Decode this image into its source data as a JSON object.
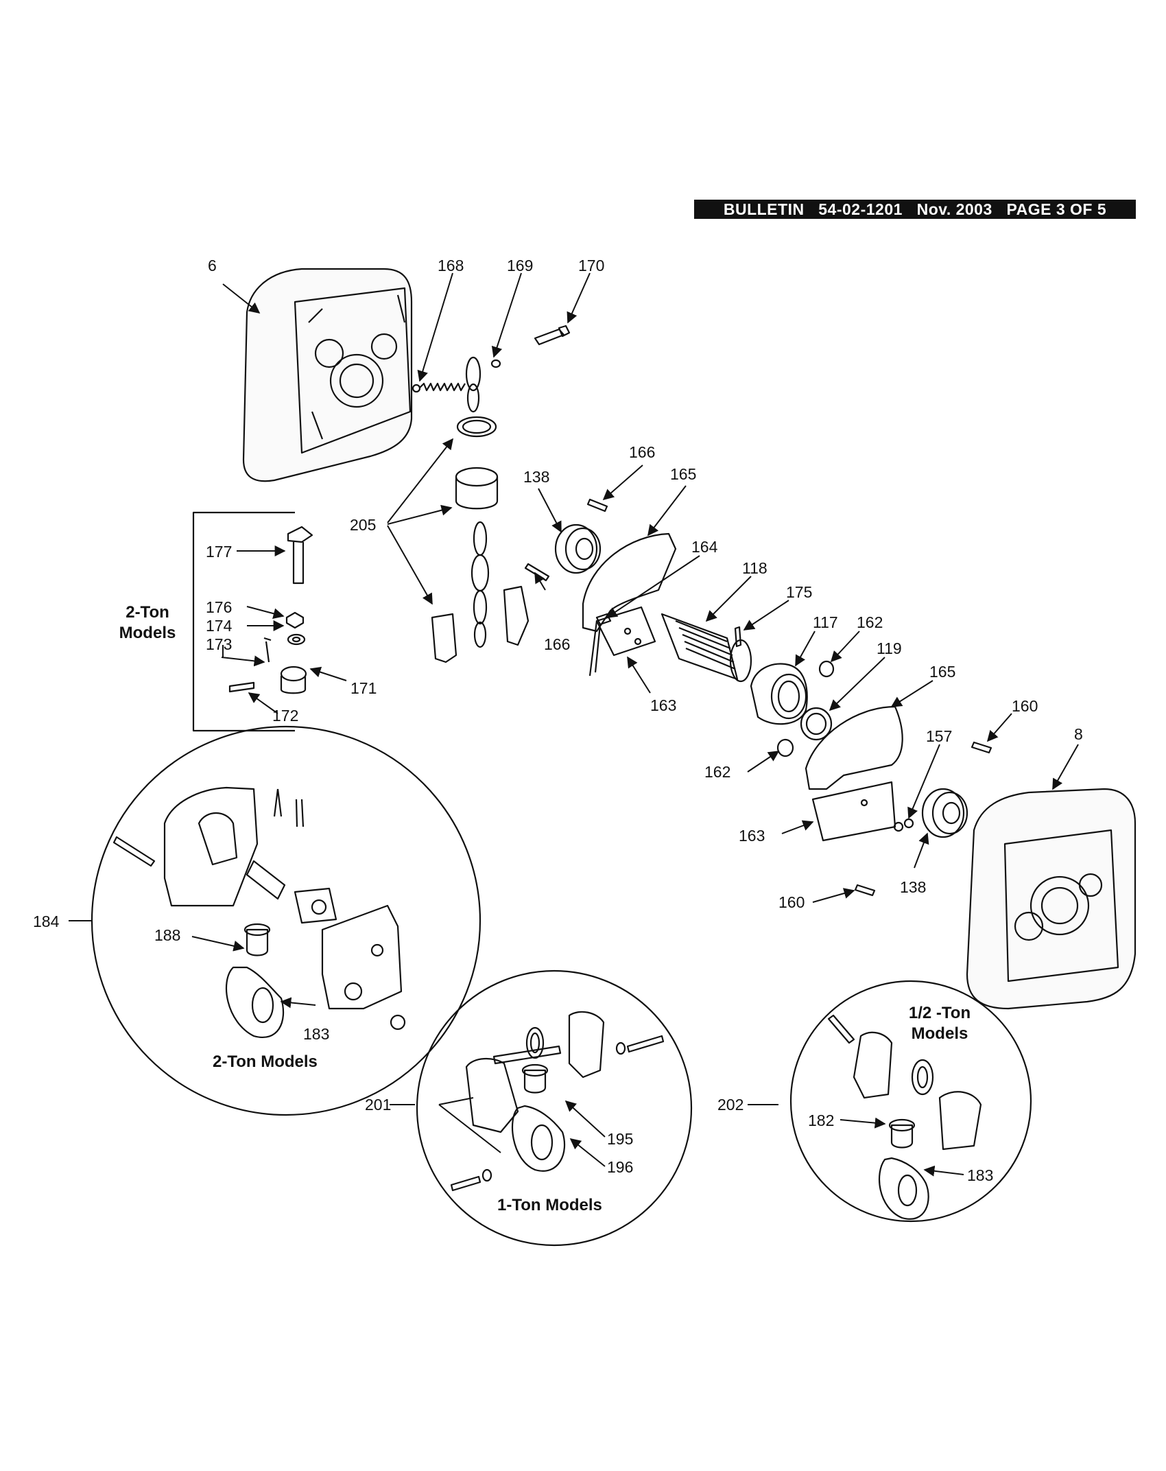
{
  "header": {
    "bulletin_label": "BULLETIN",
    "bulletin_number": "54-02-1201",
    "date": "Nov. 2003",
    "page": "PAGE 3 OF 5"
  },
  "callouts": {
    "c6": "6",
    "c168": "168",
    "c169": "169",
    "c170": "170",
    "c166a": "166",
    "c165a": "165",
    "c138a": "138",
    "c205": "205",
    "c164": "164",
    "c118": "118",
    "c175": "175",
    "c117": "117",
    "c162a": "162",
    "c119": "119",
    "c165b": "165",
    "c166b": "166",
    "c163a": "163",
    "c160a": "160",
    "c8": "8",
    "c157": "157",
    "c162b": "162",
    "c163b": "163",
    "c138b": "138",
    "c160b": "160",
    "c177": "177",
    "c176": "176",
    "c174": "174",
    "c173": "173",
    "c171": "171",
    "c172": "172",
    "c184": "184",
    "c188": "188",
    "c183a": "183",
    "c201": "201",
    "c195": "195",
    "c196": "196",
    "c202": "202",
    "c182": "182",
    "c183b": "183"
  },
  "model_labels": {
    "two_ton_box_line1": "2-Ton",
    "two_ton_box_line2": "Models",
    "two_ton_circle": "2-Ton Models",
    "one_ton_circle": "1-Ton Models",
    "half_ton_line1": "1/2 -Ton",
    "half_ton_line2": "Models"
  }
}
